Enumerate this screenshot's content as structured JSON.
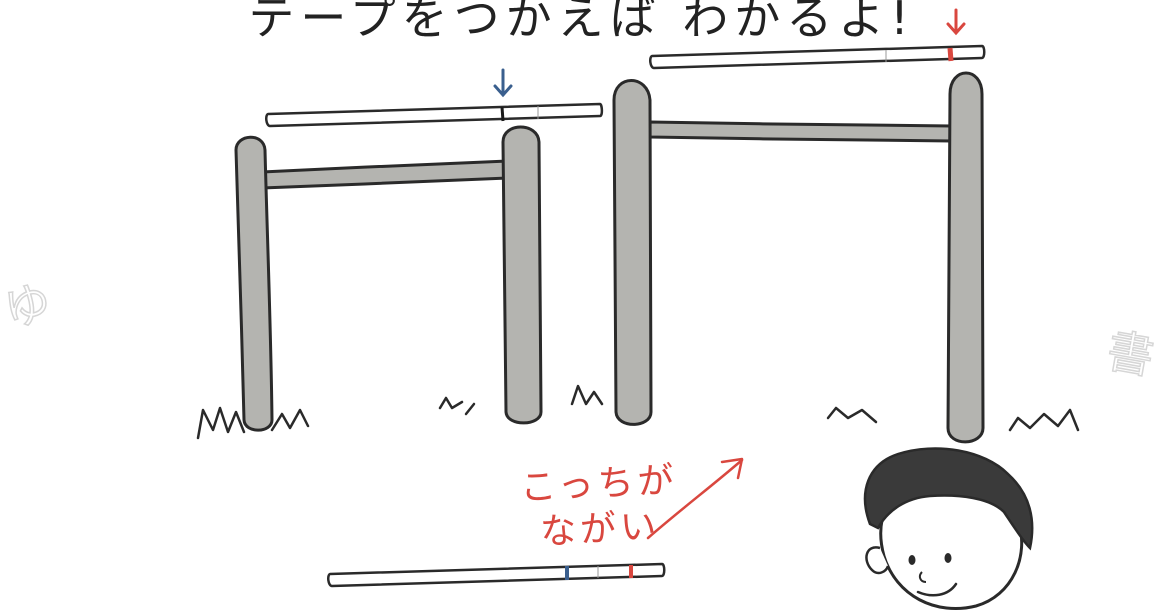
{
  "caption": "テープをつかえば わかるよ!",
  "annotation": {
    "line1": "こっちが",
    "line2": "ながい"
  },
  "watermark": {
    "left": "ゆ",
    "right": "書"
  },
  "colors": {
    "post": "#b4b4b0",
    "outline": "#2a2a2a",
    "tape": "#ffffff",
    "mark_short_bar": "#3a5f8e",
    "mark_tall_bar": "#d9473f",
    "annotation": "#d9473f",
    "hair": "#3a3a3a",
    "skin": "#ffffff"
  },
  "icons": [
    "down-arrow-blue-icon",
    "down-arrow-red-icon",
    "grass-tuft-icon",
    "curved-arrow-icon",
    "boy-face-icon"
  ]
}
